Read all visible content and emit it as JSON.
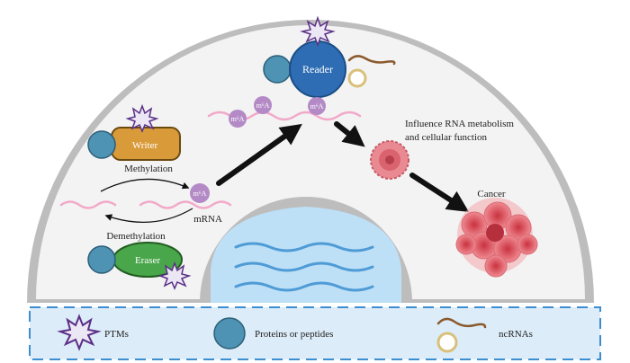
{
  "labels": {
    "reader": "Reader",
    "writer": "Writer",
    "eraser": "Eraser",
    "methylation": "Methylation",
    "demethylation": "Demethylation",
    "mrna": "mRNA",
    "m6a": "m⁶A",
    "influence_line1": "Influence RNA metabolism",
    "influence_line2": "and cellular function",
    "cancer": "Cancer"
  },
  "legend": {
    "ptms": "PTMs",
    "proteins": "Proteins or peptides",
    "ncrnas": "ncRNAs"
  },
  "colors": {
    "cell_fill": "#f2f2f2",
    "cell_border": "#bdbdbd",
    "nucleus_water": "#8ec3e6",
    "reader_blue": "#2e6db4",
    "protein_teal": "#4e93b3",
    "writer_orange": "#d99b3a",
    "eraser_green": "#4aa64a",
    "ptm_purple": "#5a2f86",
    "m6a_purple": "#b48ac6",
    "rna_pink": "#f2a9c9",
    "cancer_red": "#e0535d",
    "legend_blue": "#dcecf8",
    "legend_dash": "#3d8ed0"
  }
}
